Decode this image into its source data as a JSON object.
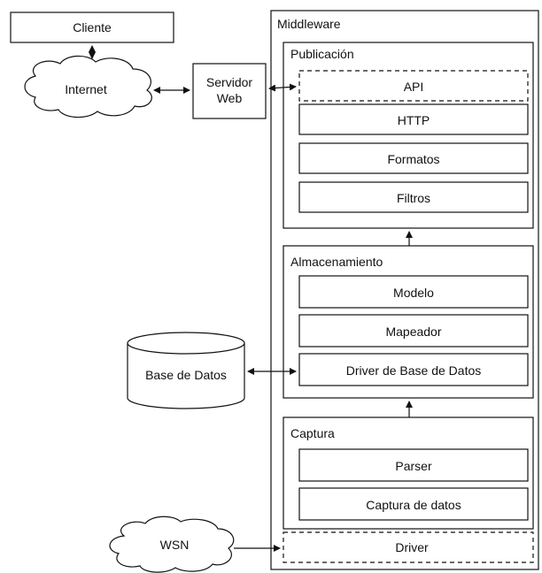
{
  "nodes": {
    "cliente": "Cliente",
    "internet": "Internet",
    "servidor_web_line1": "Servidor",
    "servidor_web_line2": "Web",
    "base_de_datos": "Base de Datos",
    "wsn": "WSN"
  },
  "middleware": {
    "title": "Middleware",
    "publicacion": {
      "title": "Publicación",
      "items": [
        "API",
        "HTTP",
        "Formatos",
        "Filtros"
      ]
    },
    "almacenamiento": {
      "title": "Almacenamiento",
      "items": [
        "Modelo",
        "Mapeador",
        "Driver de Base de Datos"
      ]
    },
    "captura": {
      "title": "Captura",
      "items": [
        "Parser",
        "Captura de datos"
      ]
    },
    "driver": "Driver"
  }
}
